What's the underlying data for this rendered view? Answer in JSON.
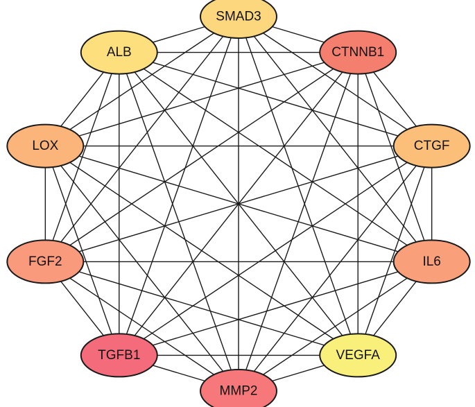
{
  "nodes": [
    {
      "id": "SMAD3",
      "label": "SMAD3",
      "color": "#fcd77e"
    },
    {
      "id": "CTNNB1",
      "label": "CTNNB1",
      "color": "#f57f6f"
    },
    {
      "id": "CTGF",
      "label": "CTGF",
      "color": "#fbbf7a"
    },
    {
      "id": "IL6",
      "label": "IL6",
      "color": "#f9a07a"
    },
    {
      "id": "VEGFA",
      "label": "VEGFA",
      "color": "#f8f07a"
    },
    {
      "id": "MMP2",
      "label": "MMP2",
      "color": "#f6787a"
    },
    {
      "id": "TGFB1",
      "label": "TGFB1",
      "color": "#f46c7c"
    },
    {
      "id": "FGF2",
      "label": "FGF2",
      "color": "#f99a7c"
    },
    {
      "id": "LOX",
      "label": "LOX",
      "color": "#fbb47a"
    },
    {
      "id": "ALB",
      "label": "ALB",
      "color": "#fde07d"
    }
  ],
  "edges": "all-pairs"
}
